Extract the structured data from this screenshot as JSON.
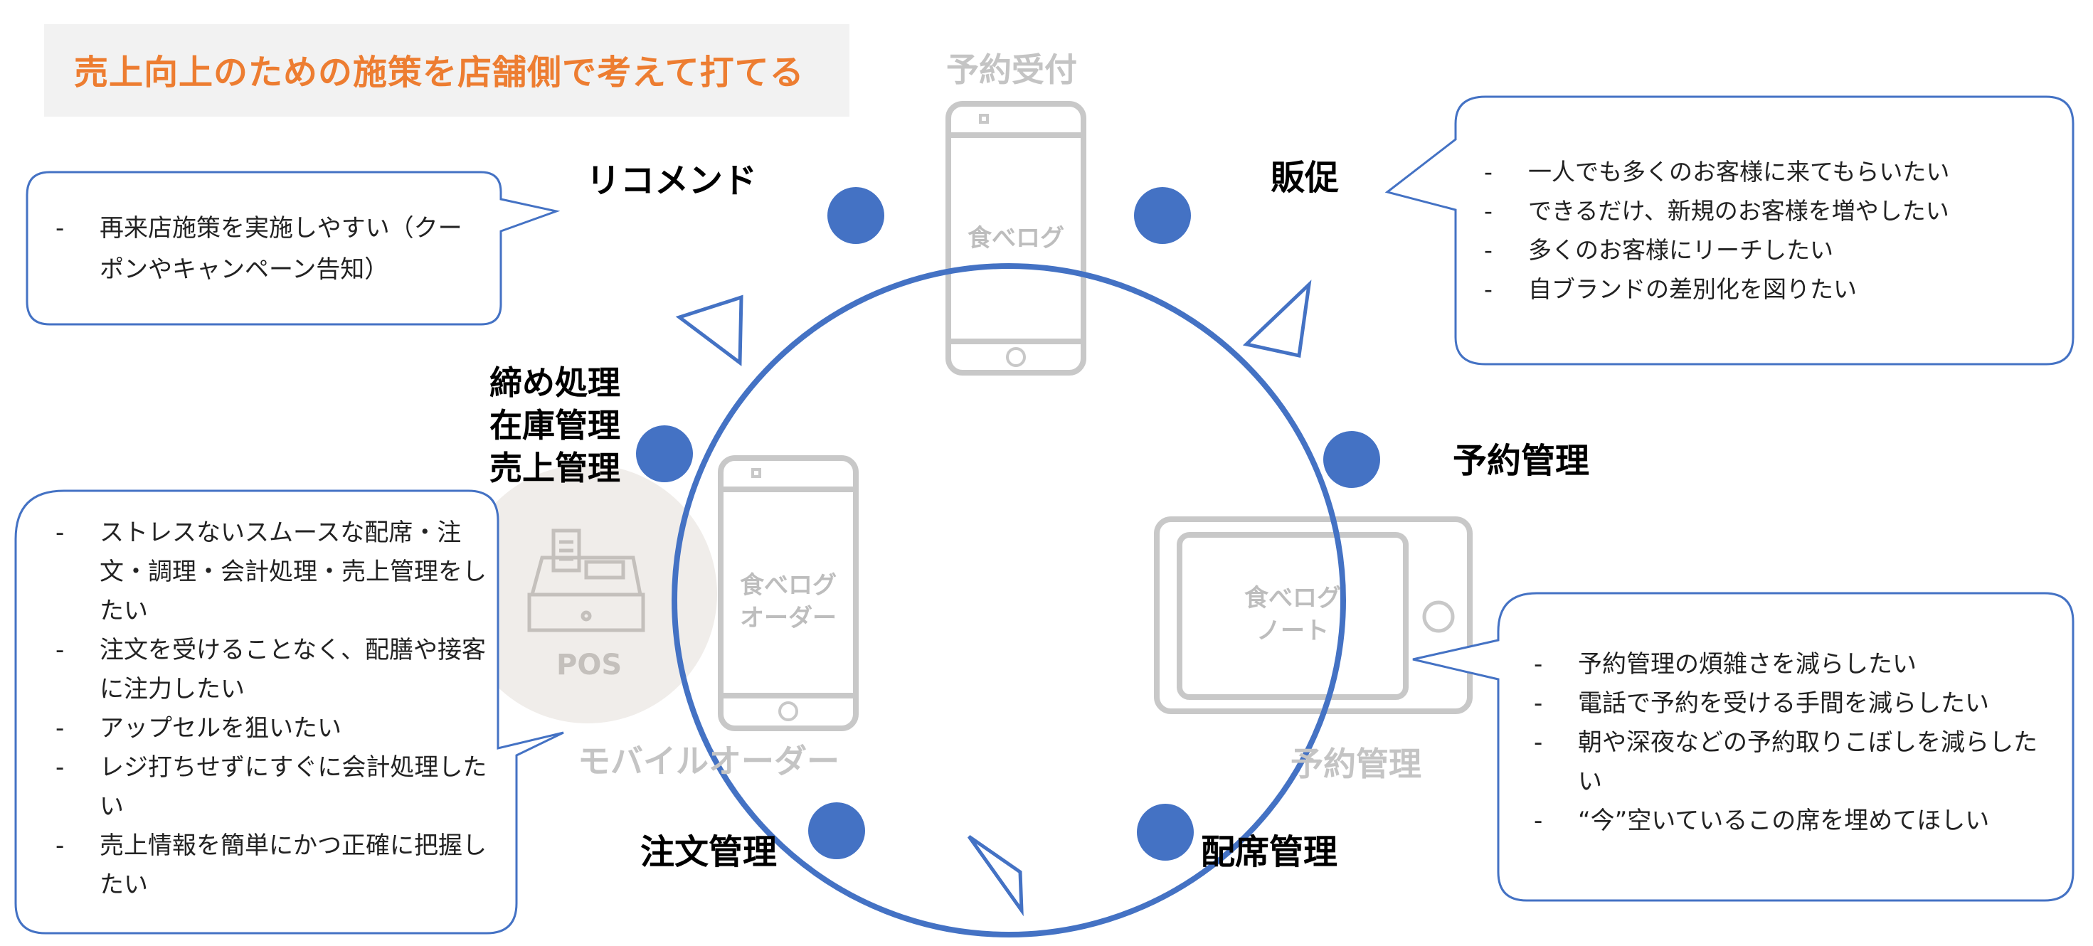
{
  "title": "売上向上のための施策を店舗側で考えて打てる",
  "stages": {
    "recommend": "リコメンド",
    "promotion": "販促",
    "reservation_mgmt": "予約管理",
    "seating_mgmt": "配席管理",
    "order_mgmt": "注文管理",
    "closing": [
      "締め処理",
      "在庫管理",
      "売上管理"
    ]
  },
  "devices": {
    "reservation_intake_label": "予約受付",
    "tabelog_phone": "食べログ",
    "tabelog_order": [
      "食べログ",
      "オーダー"
    ],
    "tabelog_note": [
      "食べログ",
      "ノート"
    ],
    "pos_label": "POS",
    "mobile_order_label": "モバイルオーダー",
    "reservation_mgmt_device_label": "予約管理"
  },
  "bubbles": {
    "recommend": [
      "再来店施策を実施しやすい（クーポンやキャンペーン告知）"
    ],
    "promotion": [
      "一人でも多くのお客様に来てもらいたい",
      "できるだけ、新規のお客様を増やしたい",
      "多くのお客様にリーチしたい",
      "自ブランドの差別化を図りたい"
    ],
    "operations": [
      "ストレスないスムースな配席・注文・調理・会計処理・売上管理をしたい",
      "注文を受けることなく、配膳や接客に注力したい",
      "アップセルを狙いたい",
      "レジ打ちせずにすぐに会計処理したい",
      "売上情報を簡単にかつ正確に把握したい"
    ],
    "reservation": [
      "予約管理の煩雑さを減らしたい",
      "電話で予約を受ける手間を減らしたい",
      "朝や深夜などの予約取りこぼしを減らしたい",
      "“今”空いているこの席を埋めてほしい"
    ]
  },
  "colors": {
    "accent": "#ed7d31",
    "cycle": "#4472c4",
    "device_gray": "#c8c8c8",
    "title_bg": "#f2f2f2"
  }
}
